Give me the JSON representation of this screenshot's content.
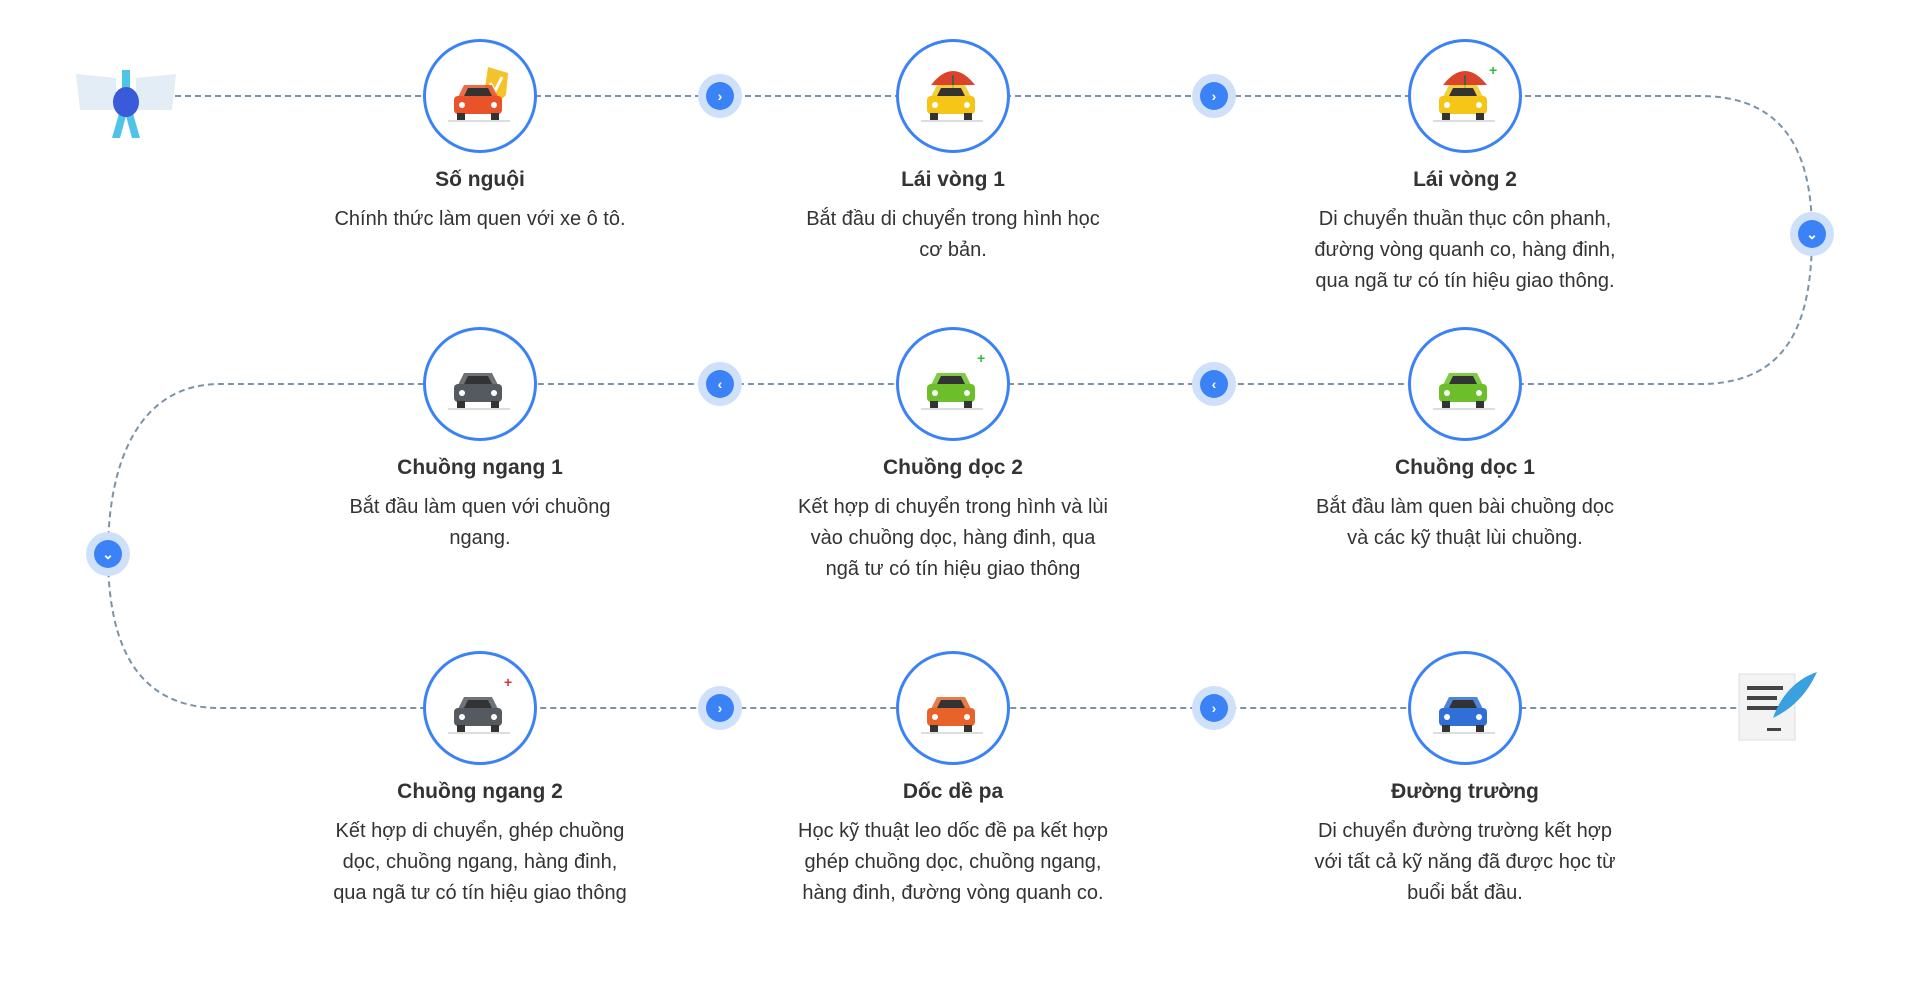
{
  "colors": {
    "accent": "#3b82f6",
    "path": "#7a93a8",
    "text": "#333333"
  },
  "start_icon": "certificate-ribbon-icon",
  "end_icon": "scroll-quill-icon",
  "steps": [
    {
      "title": "Số nguội",
      "icon": "car-shield-icon",
      "car_color": "#e8532a",
      "desc": [
        "Chính thức làm quen với xe ô tô."
      ]
    },
    {
      "title": "Lái vòng 1",
      "icon": "car-umbrella-icon",
      "car_color": "#f5c518",
      "desc": [
        "Bắt đầu di chuyển trong hình học",
        "cơ bản."
      ]
    },
    {
      "title": "Lái vòng 2",
      "icon": "car-umbrella-plus-icon",
      "car_color": "#f5c518",
      "desc": [
        "Di chuyển thuần thục côn phanh,",
        "đường vòng quanh co, hàng đinh,",
        "qua ngã tư có tín hiệu giao thông."
      ]
    },
    {
      "title": "Chuồng dọc 1",
      "icon": "green-car-icon",
      "car_color": "#6cbf2a",
      "desc": [
        "Bắt đầu làm quen bài chuồng dọc",
        "và các kỹ thuật lùi chuồng."
      ]
    },
    {
      "title": "Chuồng dọc 2",
      "icon": "green-car-plus-icon",
      "car_color": "#6cbf2a",
      "desc": [
        "Kết hợp di chuyển trong hình và lùi",
        "vào chuồng dọc, hàng đinh, qua",
        "ngã tư có tín hiệu giao thông"
      ]
    },
    {
      "title": "Chuồng ngang 1",
      "icon": "grey-car-icon",
      "car_color": "#555a60",
      "desc": [
        "Bắt đầu làm quen với chuồng",
        "ngang."
      ]
    },
    {
      "title": "Chuồng ngang 2",
      "icon": "grey-car-plus-icon",
      "car_color": "#555a60",
      "desc": [
        "Kết hợp di chuyển, ghép chuồng",
        "dọc, chuồng ngang, hàng đinh,",
        "qua ngã tư có tín hiệu giao thông"
      ]
    },
    {
      "title": "Dốc dề pa",
      "icon": "orange-car-icon",
      "car_color": "#e8632a",
      "desc": [
        "Học kỹ thuật leo dốc đề pa kết hợp",
        "ghép chuồng dọc, chuồng ngang,",
        "hàng đinh, đường vòng quanh co."
      ]
    },
    {
      "title": "Đường trường",
      "icon": "blue-car-icon",
      "car_color": "#2f6fd6",
      "desc": [
        "Di chuyển đường trường kết hợp",
        "với tất cả kỹ năng đã được học từ",
        "buổi bắt đầu."
      ]
    }
  ],
  "nav_buttons": [
    {
      "direction": "right",
      "glyph": "›"
    },
    {
      "direction": "right",
      "glyph": "›"
    },
    {
      "direction": "down",
      "glyph": "⌄"
    },
    {
      "direction": "left",
      "glyph": "‹"
    },
    {
      "direction": "left",
      "glyph": "‹"
    },
    {
      "direction": "down",
      "glyph": "⌄"
    },
    {
      "direction": "right",
      "glyph": "›"
    },
    {
      "direction": "right",
      "glyph": "›"
    }
  ]
}
